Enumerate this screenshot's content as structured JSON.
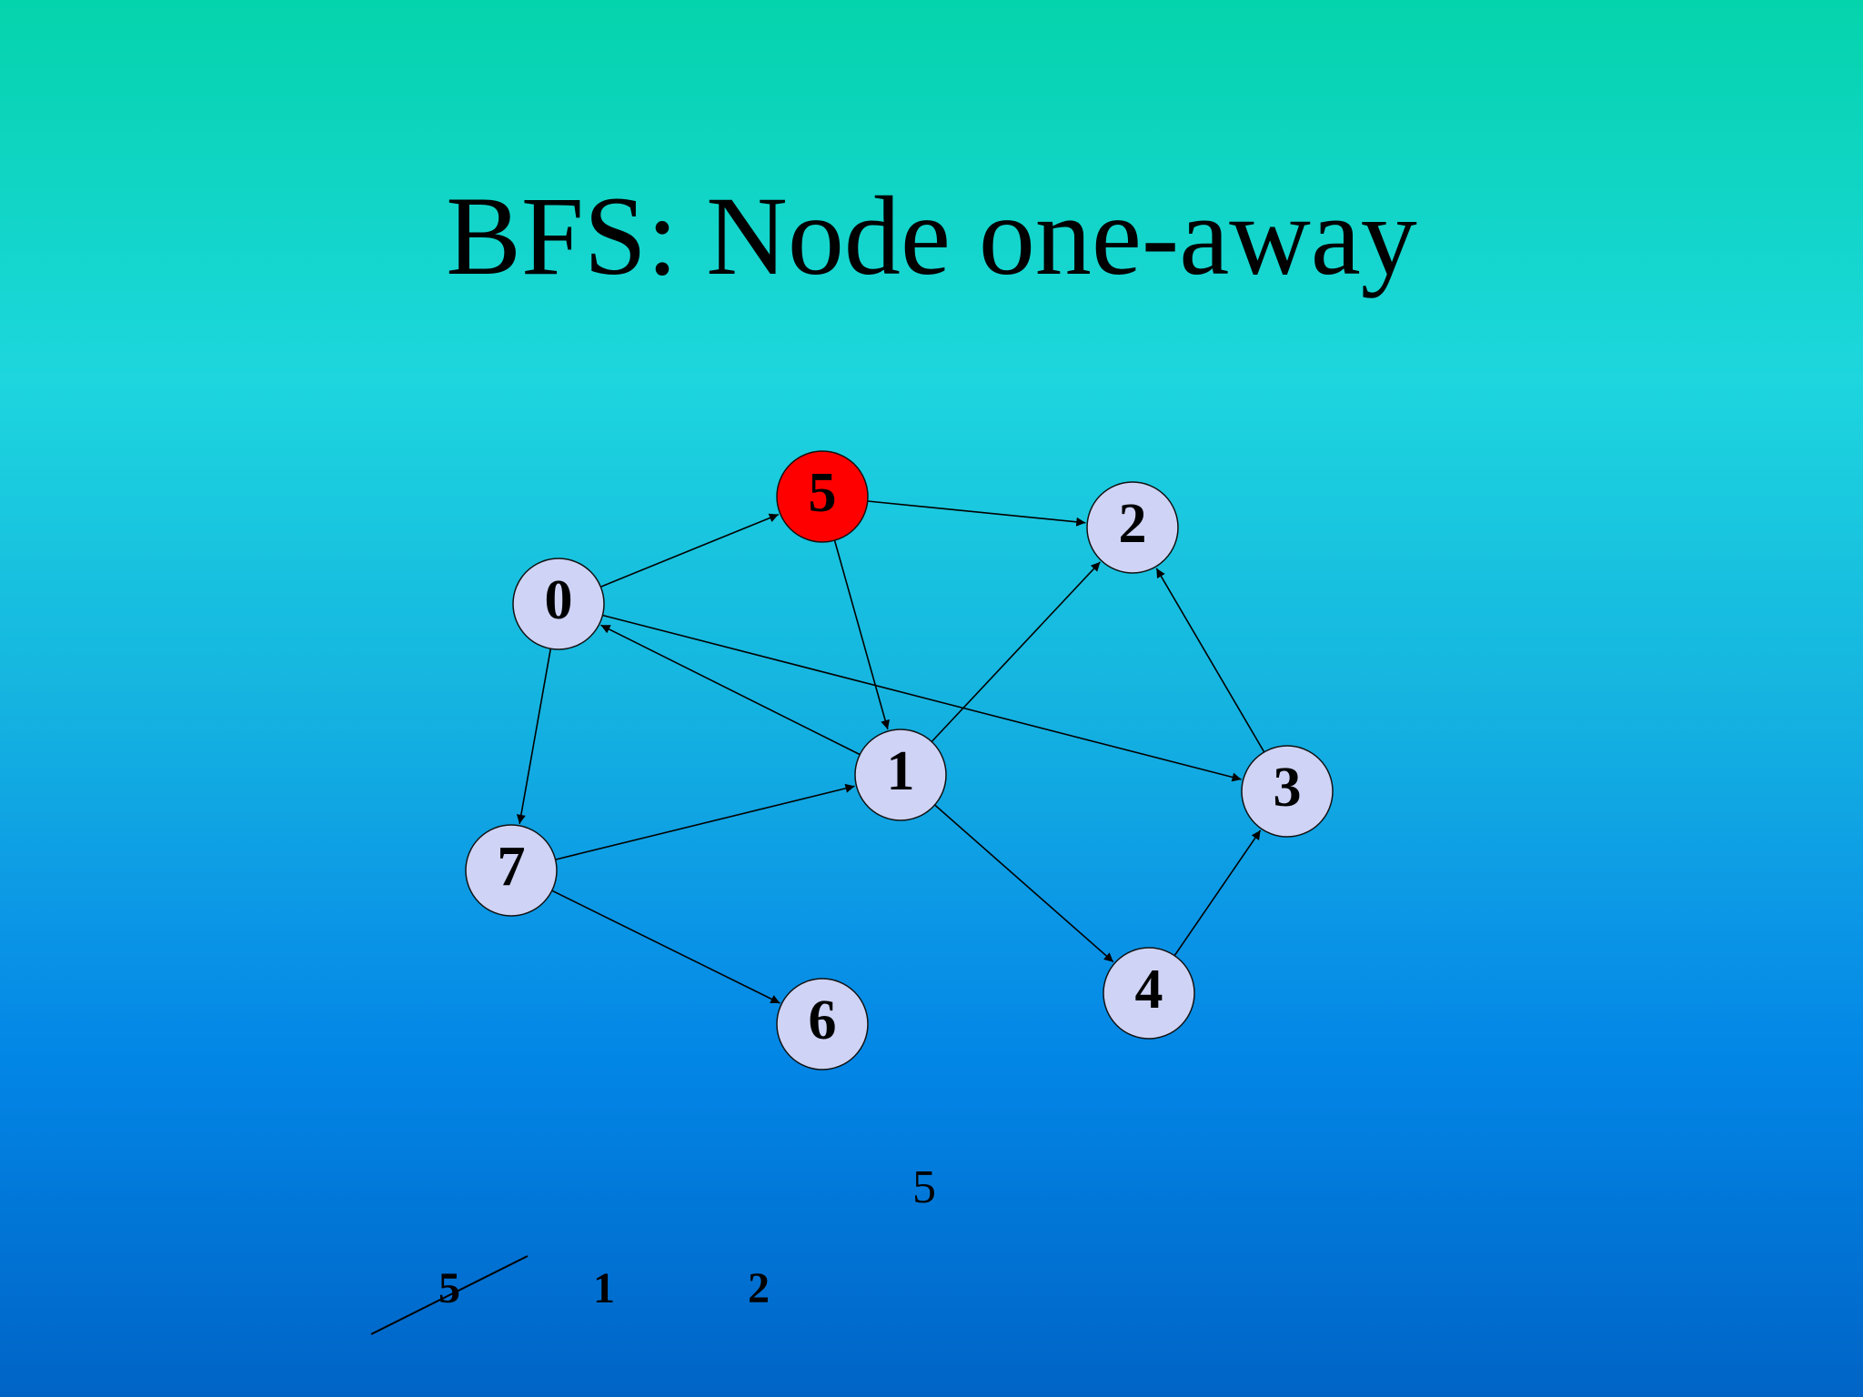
{
  "slide": {
    "title": "BFS: Node one-away"
  },
  "graph": {
    "nodes": [
      {
        "id": "0",
        "label": "0",
        "active": false
      },
      {
        "id": "1",
        "label": "1",
        "active": false
      },
      {
        "id": "2",
        "label": "2",
        "active": false
      },
      {
        "id": "3",
        "label": "3",
        "active": false
      },
      {
        "id": "4",
        "label": "4",
        "active": false
      },
      {
        "id": "5",
        "label": "5",
        "active": true
      },
      {
        "id": "6",
        "label": "6",
        "active": false
      },
      {
        "id": "7",
        "label": "7",
        "active": false
      }
    ],
    "edges": [
      {
        "from": "0",
        "to": "5"
      },
      {
        "from": "5",
        "to": "2"
      },
      {
        "from": "5",
        "to": "1"
      },
      {
        "from": "1",
        "to": "0"
      },
      {
        "from": "0",
        "to": "3"
      },
      {
        "from": "0",
        "to": "7"
      },
      {
        "from": "1",
        "to": "2"
      },
      {
        "from": "3",
        "to": "2"
      },
      {
        "from": "7",
        "to": "1"
      },
      {
        "from": "1",
        "to": "4"
      },
      {
        "from": "7",
        "to": "6"
      },
      {
        "from": "4",
        "to": "3"
      }
    ],
    "active_color": "#ff0000",
    "node_fill": "#cfd3f5"
  },
  "current": {
    "label": "5"
  },
  "queue": [
    {
      "label": "5",
      "struck": true
    },
    {
      "label": "1",
      "struck": false
    },
    {
      "label": "2",
      "struck": false
    }
  ]
}
